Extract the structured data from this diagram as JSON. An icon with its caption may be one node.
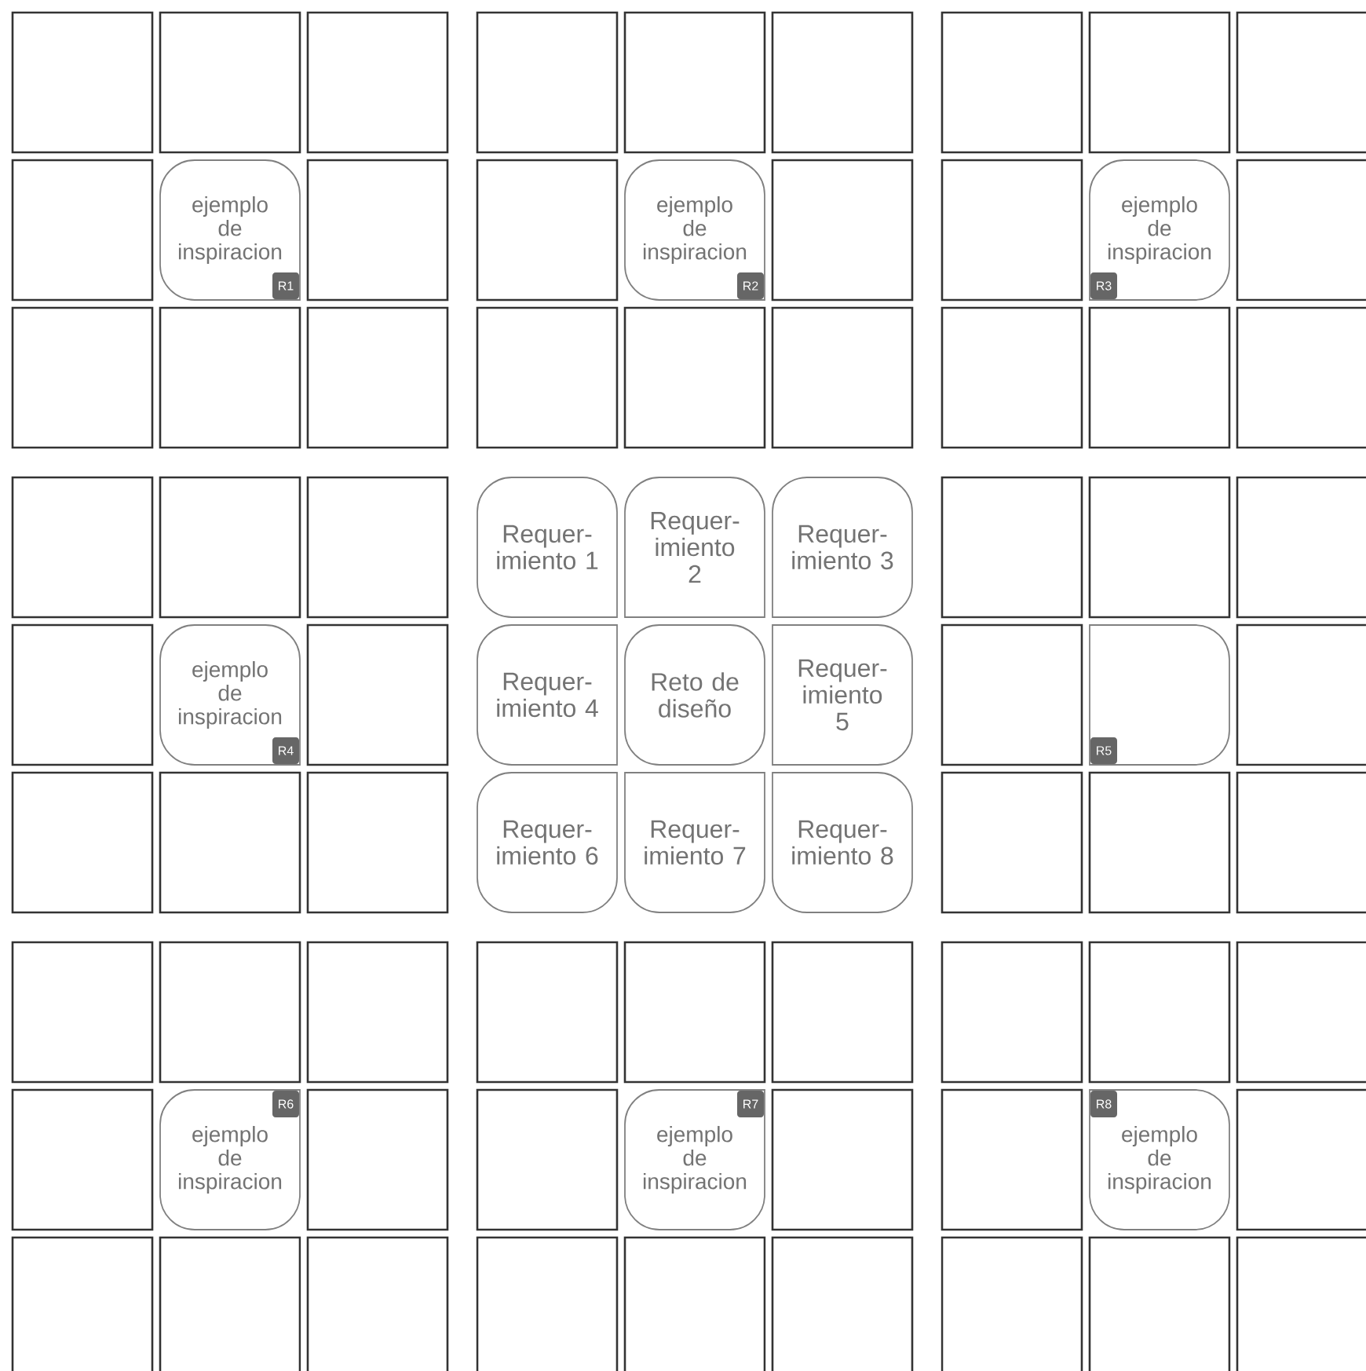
{
  "diagram": {
    "nodes": [
      {
        "text": [],
        "shape": "box"
      },
      {
        "text": [],
        "shape": "box"
      },
      {
        "text": [],
        "shape": "box"
      },
      {
        "text": [],
        "shape": "box"
      },
      {
        "text": [],
        "shape": "box"
      },
      {
        "text": [],
        "shape": "box"
      },
      {
        "text": [],
        "shape": "box"
      },
      {
        "text": [],
        "shape": "box"
      },
      {
        "text": [],
        "shape": "box"
      },
      {
        "text": [],
        "shape": "box"
      },
      {
        "text": [
          "ejemplo de inspiracion",
          "R1"
        ]
      },
      {
        "text": [],
        "shape": "box"
      },
      {
        "text": [],
        "shape": "box"
      },
      {
        "text": [
          "ejemplo de inspiracion",
          "R2"
        ]
      },
      {
        "text": [],
        "shape": "box"
      },
      {
        "text": [],
        "shape": "box"
      },
      {
        "text": [
          "ejemplo de inspiracion",
          "R3"
        ]
      },
      {
        "text": [],
        "shape": "box"
      },
      {
        "text": [],
        "shape": "box"
      },
      {
        "text": [],
        "shape": "box"
      },
      {
        "text": [],
        "shape": "box"
      },
      {
        "text": [],
        "shape": "box"
      },
      {
        "text": [],
        "shape": "box"
      },
      {
        "text": [],
        "shape": "box"
      },
      {
        "text": [],
        "shape": "box"
      },
      {
        "text": [],
        "shape": "box"
      },
      {
        "text": [],
        "shape": "box"
      },
      {
        "text": [],
        "shape": "box"
      },
      {
        "text": [],
        "shape": "box"
      },
      {
        "text": [],
        "shape": "box"
      },
      {
        "text": [
          "Requer- imiento 1"
        ]
      },
      {
        "text": [
          "Requer- imiento 2"
        ]
      },
      {
        "text": [
          "Requer- imiento 3"
        ]
      },
      {
        "text": [],
        "shape": "box"
      },
      {
        "text": [],
        "shape": "box"
      },
      {
        "text": [],
        "shape": "box"
      },
      {
        "text": [],
        "shape": "box"
      },
      {
        "text": [
          "ejemplo de inspiracion",
          "R4"
        ]
      },
      {
        "text": [],
        "shape": "box"
      },
      {
        "text": [
          "Requer- imiento 4"
        ]
      },
      {
        "text": [
          "Reto de diseño"
        ]
      },
      {
        "text": [
          "Requer- imiento 5"
        ]
      },
      {
        "text": [],
        "shape": "box"
      },
      {
        "text": [
          "R5"
        ]
      },
      {
        "text": [],
        "shape": "box"
      },
      {
        "text": [],
        "shape": "box"
      },
      {
        "text": [],
        "shape": "box"
      },
      {
        "text": [],
        "shape": "box"
      },
      {
        "text": [
          "Requer- imiento 6"
        ]
      },
      {
        "text": [
          "Requer- imiento 7"
        ]
      },
      {
        "text": [
          "Requer- imiento 8"
        ]
      },
      {
        "text": [],
        "shape": "box"
      },
      {
        "text": [],
        "shape": "box"
      },
      {
        "text": [],
        "shape": "box"
      },
      {
        "text": [],
        "shape": "box"
      },
      {
        "text": [],
        "shape": "box"
      },
      {
        "text": [],
        "shape": "box"
      },
      {
        "text": [],
        "shape": "box"
      },
      {
        "text": [],
        "shape": "box"
      },
      {
        "text": [],
        "shape": "box"
      },
      {
        "text": [],
        "shape": "box"
      },
      {
        "text": [],
        "shape": "box"
      },
      {
        "text": [],
        "shape": "box"
      },
      {
        "text": [],
        "shape": "box"
      },
      {
        "text": [
          "R6",
          "ejemplo de inspiracion"
        ]
      },
      {
        "text": [],
        "shape": "box"
      },
      {
        "text": [],
        "shape": "box"
      },
      {
        "text": [
          "R7",
          "ejemplo de inspiracion"
        ]
      },
      {
        "text": [],
        "shape": "box"
      },
      {
        "text": [],
        "shape": "box"
      },
      {
        "text": [
          "R8",
          "ejemplo de inspiracion"
        ]
      },
      {
        "text": [],
        "shape": "box"
      },
      {
        "text": [],
        "shape": "box"
      },
      {
        "text": [],
        "shape": "box"
      },
      {
        "text": [],
        "shape": "box"
      },
      {
        "text": [],
        "shape": "box"
      },
      {
        "text": [],
        "shape": "box"
      },
      {
        "text": [],
        "shape": "box"
      },
      {
        "text": [],
        "shape": "box"
      },
      {
        "text": [],
        "shape": "box"
      },
      {
        "text": [],
        "shape": "box"
      }
    ]
  }
}
